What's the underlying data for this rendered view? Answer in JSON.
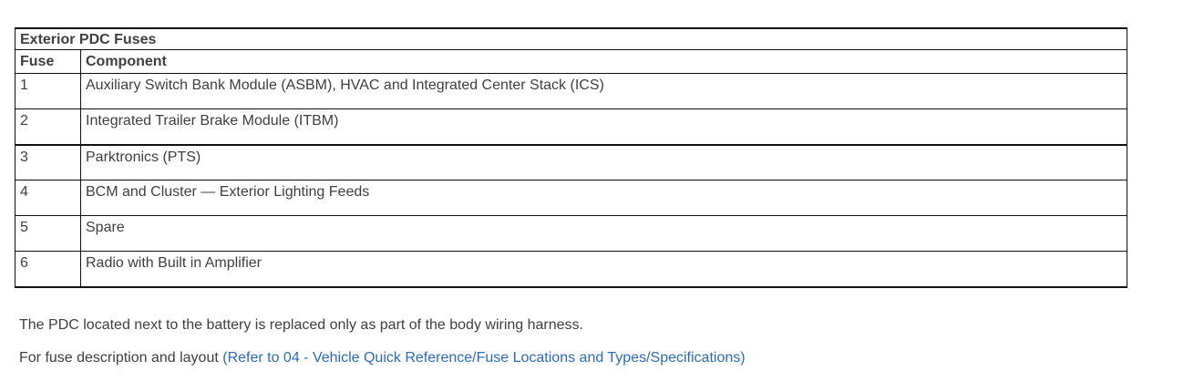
{
  "table": {
    "title": "Exterior PDC Fuses",
    "columns": {
      "fuse": "Fuse",
      "component": "Component"
    },
    "rows": [
      {
        "fuse": "1",
        "component": "Auxiliary Switch Bank Module (ASBM), HVAC and Integrated Center Stack (ICS)"
      },
      {
        "fuse": "2",
        "component": "Integrated Trailer Brake Module (ITBM)"
      },
      {
        "fuse": "3",
        "component": "Parktronics (PTS)"
      },
      {
        "fuse": "4",
        "component": "BCM and Cluster — Exterior Lighting Feeds"
      },
      {
        "fuse": "5",
        "component": "Spare"
      },
      {
        "fuse": "6",
        "component": "Radio with Built in Amplifier"
      }
    ]
  },
  "notes": {
    "pdc_note": "The PDC located next to the battery is replaced only as part of the body wiring harness.",
    "fuse_layout_prefix": "For fuse description and layout ",
    "fuse_layout_link": "(Refer to 04 - Vehicle Quick Reference/Fuse Locations and Types/Specifications)"
  },
  "colors": {
    "text": "#3f4043",
    "link": "#2b6cb8",
    "border": "#111111",
    "background": "#ffffff"
  }
}
